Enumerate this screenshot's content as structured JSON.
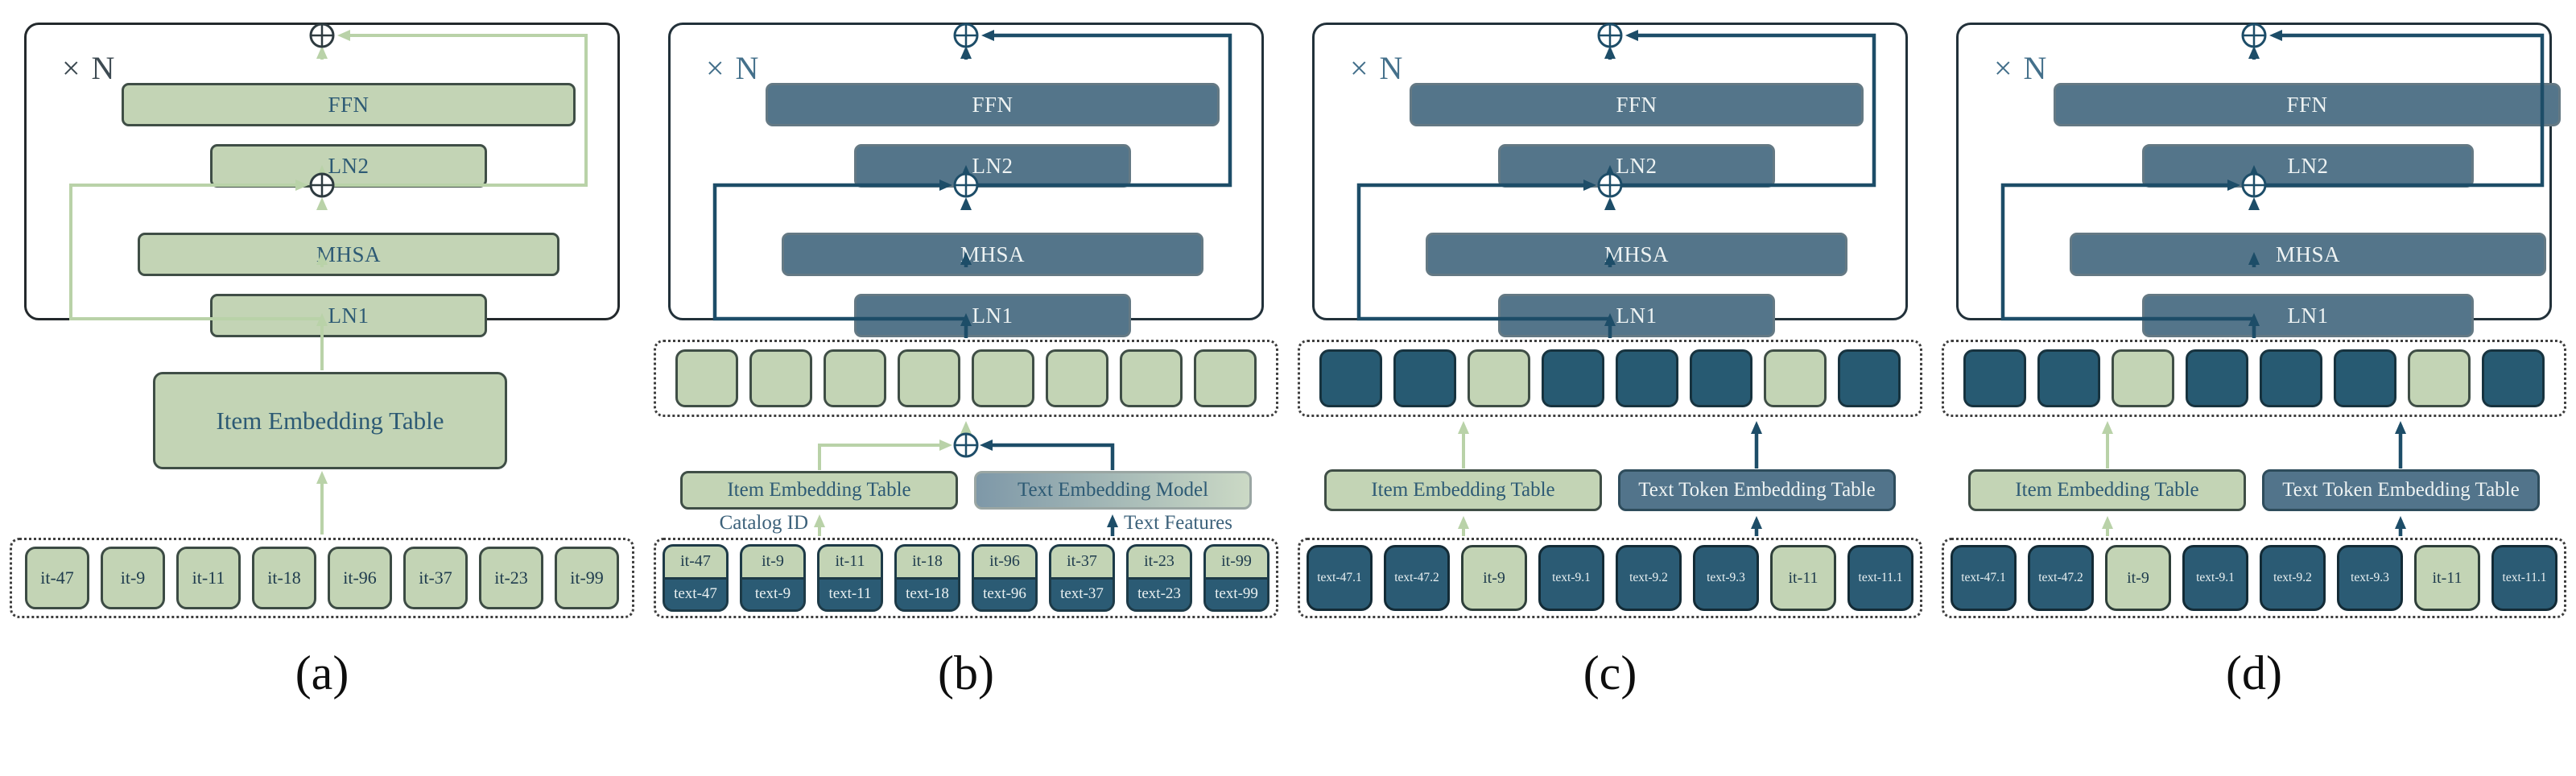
{
  "colors": {
    "item_green": "#c3d4b5",
    "green_line": "#b9d2a8",
    "slate_blue": "#54758a",
    "dark_navy_token": "#2b5b74",
    "navy_line": "#1d4d68",
    "navy_text": "#2d5a74"
  },
  "panels": {
    "a": {
      "caption": "(a)",
      "repeat_label": "× N",
      "block": {
        "ffn": "FFN",
        "ln2": "LN2",
        "mhsa": "MHSA",
        "ln1": "LN1"
      },
      "item_table": "Item Embedding Table",
      "tokens": [
        "it-47",
        "it-9",
        "it-11",
        "it-18",
        "it-96",
        "it-37",
        "it-23",
        "it-99"
      ]
    },
    "b": {
      "caption": "(b)",
      "repeat_label": "× N",
      "block": {
        "ffn": "FFN",
        "ln2": "LN2",
        "mhsa": "MHSA",
        "ln1": "LN1"
      },
      "item_table": "Item Embedding Table",
      "text_model": "Text Embedding Model",
      "catalog_id": "Catalog ID",
      "text_features": "Text Features",
      "tokens": [
        {
          "item": "it-47",
          "text": "text-47"
        },
        {
          "item": "it-9",
          "text": "text-9"
        },
        {
          "item": "it-11",
          "text": "text-11"
        },
        {
          "item": "it-18",
          "text": "text-18"
        },
        {
          "item": "it-96",
          "text": "text-96"
        },
        {
          "item": "it-37",
          "text": "text-37"
        },
        {
          "item": "it-23",
          "text": "text-23"
        },
        {
          "item": "it-99",
          "text": "text-99"
        }
      ]
    },
    "c": {
      "caption": "(c)",
      "repeat_label": "× N",
      "block": {
        "ffn": "FFN",
        "ln2": "LN2",
        "mhsa": "MHSA",
        "ln1": "LN1"
      },
      "item_table": "Item Embedding Table",
      "text_table": "Text Token Embedding Table",
      "tokens": [
        "text-47.1",
        "text-47.2",
        "it-9",
        "text-9.1",
        "text-9.2",
        "text-9.3",
        "it-11",
        "text-11.1"
      ],
      "token_types": [
        "text",
        "text",
        "item",
        "text",
        "text",
        "text",
        "item",
        "text"
      ],
      "embed_pattern": [
        "text",
        "text",
        "item",
        "text",
        "text",
        "text",
        "item",
        "text"
      ]
    },
    "d": {
      "caption": "(d)",
      "repeat_label": "× N",
      "block": {
        "ffn": "FFN",
        "ln2": "LN2",
        "mhsa": "MHSA",
        "ln1": "LN1"
      },
      "item_table": "Item Embedding Table",
      "text_table": "Text Token Embedding Table",
      "tokens": [
        "text-47.1",
        "text-47.2",
        "it-9",
        "text-9.1",
        "text-9.2",
        "text-9.3",
        "it-11",
        "text-11.1"
      ],
      "token_types": [
        "text",
        "text",
        "item",
        "text",
        "text",
        "text",
        "item",
        "text"
      ],
      "embed_pattern": [
        "text",
        "text",
        "item",
        "text",
        "text",
        "text",
        "item",
        "text"
      ]
    }
  }
}
